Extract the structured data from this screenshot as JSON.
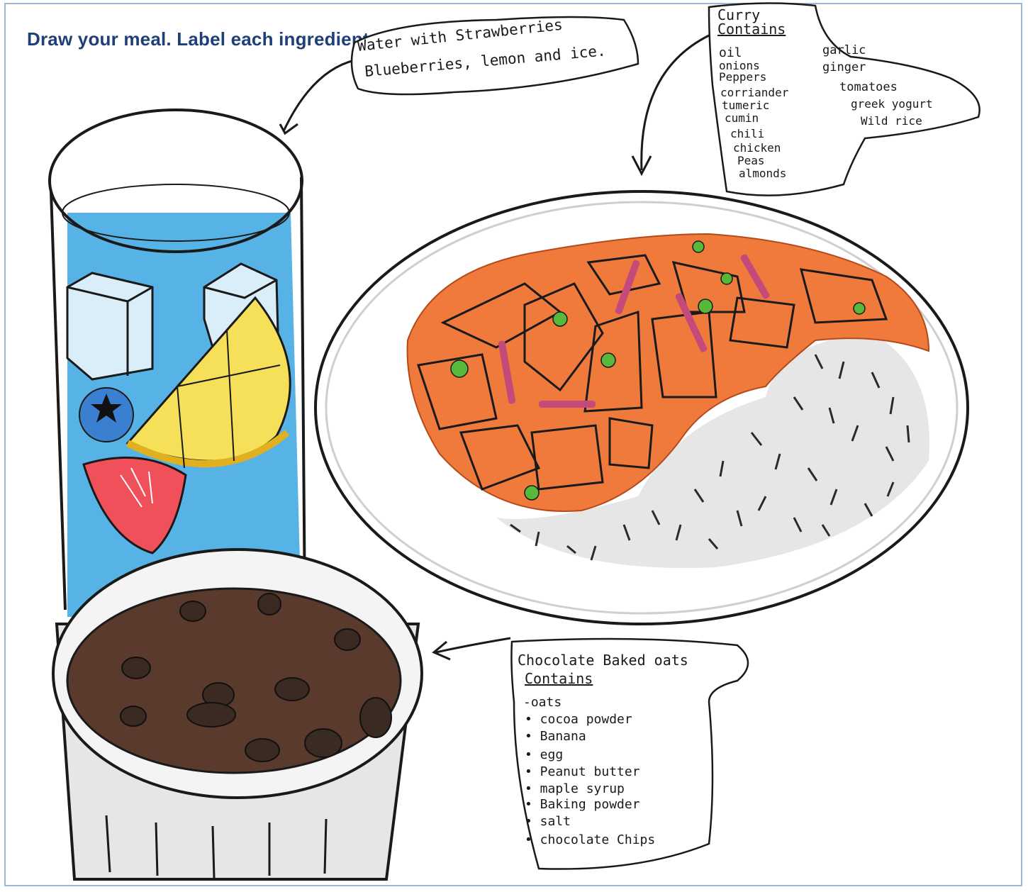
{
  "prompt": "Draw your meal. Label each ingredient",
  "drink_label": {
    "line1": "Water with Strawberries",
    "line2": "Blueberries, lemon and ice."
  },
  "curry_label": {
    "title": "Curry",
    "subtitle": "Contains",
    "col1": [
      "oil",
      "onions",
      "Peppers",
      "corriander",
      "tumeric",
      "cumin",
      "chili",
      "chicken",
      "Peas",
      "almonds"
    ],
    "col2": [
      "garlic",
      "ginger",
      "tomatoes",
      "greek yogurt",
      "Wild rice"
    ]
  },
  "oats_label": {
    "title": "Chocolate Baked oats",
    "subtitle": "Contains",
    "items": [
      "-oats",
      "• cocoa powder",
      "• Banana",
      "• egg",
      "• Peanut butter",
      "• maple syrup",
      "• Baking powder",
      "• salt",
      "• chocolate Chips"
    ]
  },
  "colors": {
    "water": "#3aa6e0",
    "curry": "#f07a3c",
    "rice": "#e6e6e6",
    "oats": "#5b3a2e",
    "strawberry": "#f0505a",
    "lemon": "#f6e05a",
    "blueberry": "#3a7fd0",
    "heading": "#1f3f78"
  }
}
